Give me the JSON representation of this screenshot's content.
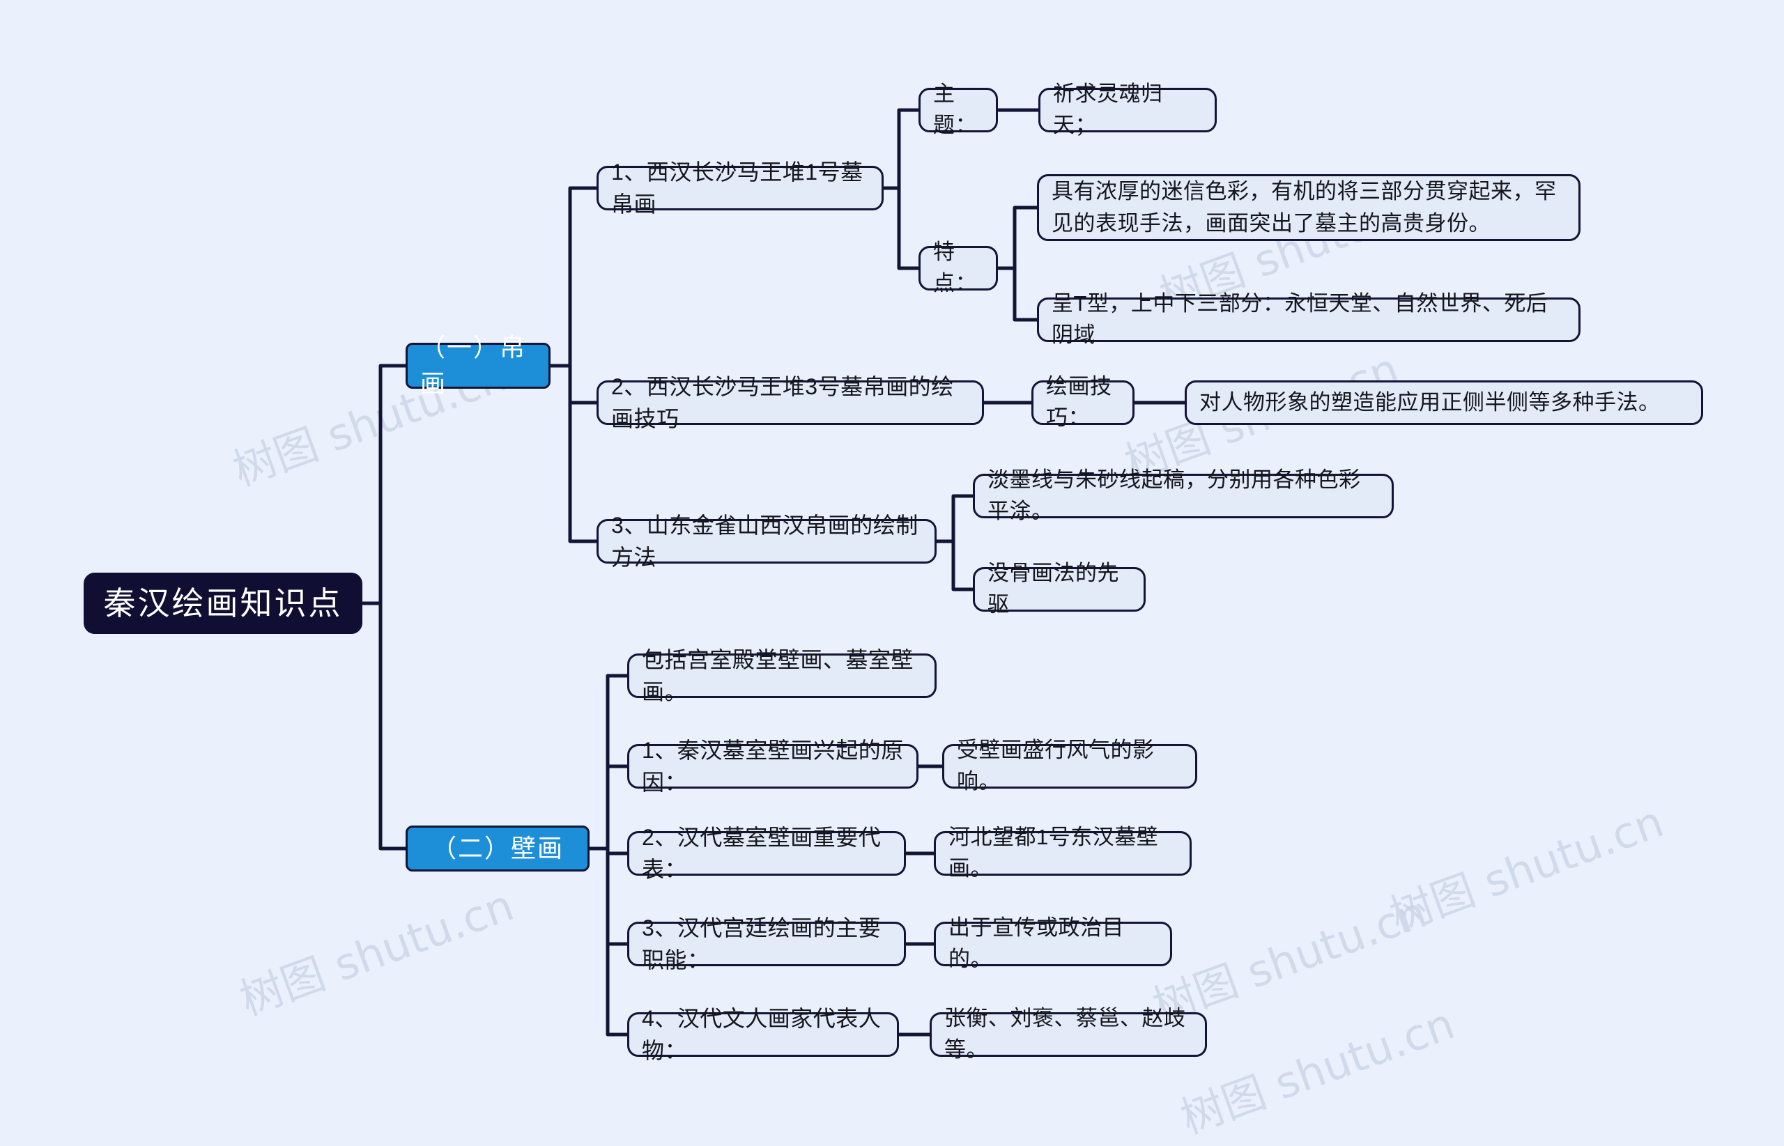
{
  "meta": {
    "background_color": "#eaf1fc",
    "node_fill": "#e3eaf8",
    "node_border": "#141436",
    "root_fill": "#100f33",
    "category_fill": "#1c8fd8",
    "watermark_text": "树图 shutu.cn"
  },
  "mindmap": {
    "root": {
      "label": "秦汉绘画知识点"
    },
    "branches": [
      {
        "label": "（一）帛画",
        "children": [
          {
            "label": "1、西汉长沙马王堆1号墓帛画",
            "children": [
              {
                "label": "主题：",
                "children": [
                  {
                    "label": "祈求灵魂归天；"
                  }
                ]
              },
              {
                "label": "特点：",
                "children": [
                  {
                    "label": "具有浓厚的迷信色彩，有机的将三部分贯穿起来，罕见的表现手法，画面突出了墓主的高贵身份。"
                  },
                  {
                    "label": "呈T型，上中下三部分：永恒天堂、自然世界、死后阴域"
                  }
                ]
              }
            ]
          },
          {
            "label": "2、西汉长沙马王堆3号墓帛画的绘画技巧",
            "children": [
              {
                "label": "绘画技巧：",
                "children": [
                  {
                    "label": "对人物形象的塑造能应用正侧半侧等多种手法。"
                  }
                ]
              }
            ]
          },
          {
            "label": "3、山东金雀山西汉帛画的绘制方法",
            "children": [
              {
                "label": "淡墨线与朱砂线起稿，分别用各种色彩平涂。"
              },
              {
                "label": "没骨画法的先驱"
              }
            ]
          }
        ]
      },
      {
        "label": "（二）壁画",
        "children": [
          {
            "label": "包括宫室殿堂壁画、墓室壁画。"
          },
          {
            "label": "1、秦汉墓室壁画兴起的原因：",
            "children": [
              {
                "label": "受壁画盛行风气的影响。"
              }
            ]
          },
          {
            "label": "2、汉代墓室壁画重要代表：",
            "children": [
              {
                "label": "河北望都1号东汉墓壁画。"
              }
            ]
          },
          {
            "label": "3、汉代宫廷绘画的主要职能：",
            "children": [
              {
                "label": "出于宣传或政治目的。"
              }
            ]
          },
          {
            "label": "4、汉代文人画家代表人物：",
            "children": [
              {
                "label": "张衡、刘褒、蔡邕、赵歧等。"
              }
            ]
          }
        ]
      }
    ]
  },
  "watermarks": [
    {
      "text": "树图 shutu.cn"
    },
    {
      "text": "树图 shutu.cn"
    },
    {
      "text": "树图 shutu.cn"
    },
    {
      "text": "树图 shutu.cn"
    },
    {
      "text": "树图 shutu.cn"
    },
    {
      "text": "树图 shutu.cn"
    },
    {
      "text": "树图 shutu.cn"
    }
  ]
}
